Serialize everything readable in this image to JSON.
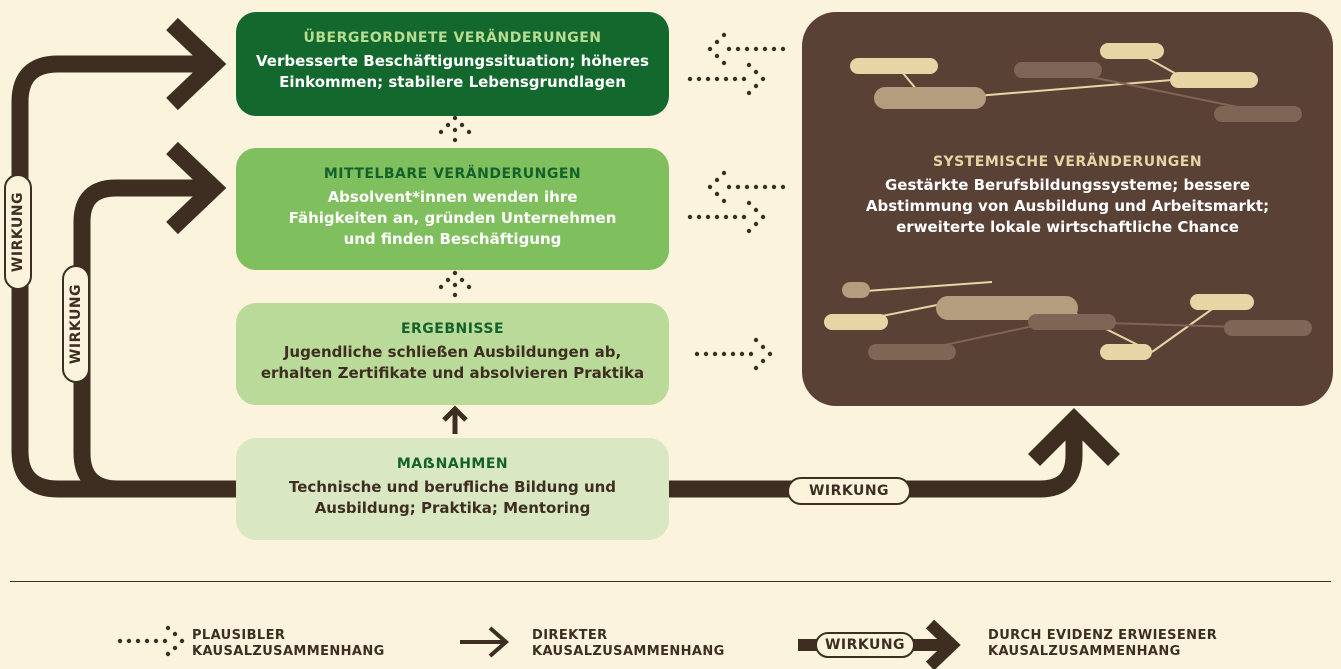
{
  "boxes": {
    "overarching": {
      "heading": "ÜBERGEORDNETE VERÄNDERUNGEN",
      "text": "Verbesserte Beschäftigungssituation; höheres Einkommen; stabilere Lebensgrundlagen"
    },
    "intermediate": {
      "heading": "MITTELBARE VERÄNDERUNGEN",
      "text": "Absolvent*innen wenden ihre Fähigkeiten an, gründen Unternehmen und finden Beschäftigung"
    },
    "results": {
      "heading": "ERGEBNISSE",
      "text": "Jugendliche schließen Ausbildungen ab, erhalten Zertifikate und absolvieren Praktika"
    },
    "measures": {
      "heading": "MAẞNAHMEN",
      "text": "Technische und berufliche Bildung und Ausbildung; Praktika; Mentoring"
    },
    "systemic": {
      "heading": "SYSTEMISCHE VERÄNDERUNGEN",
      "text": "Gestärkte Berufsbildungssysteme; bessere Abstimmung von Ausbildung und Arbeitsmarkt; erweiterte lokale wirtschaftliche Chance"
    }
  },
  "tags": {
    "impact": "WIRKUNG"
  },
  "legend": {
    "plausible": "PLAUSIBLER KAUSALZUSAMMENHANG",
    "direct": "DIREKTER KAUSALZUSAMMENHANG",
    "evidence": "DURCH EVIDENZ ERWIESENER KAUSALZUSAMMENHANG"
  },
  "colors": {
    "background": "#fcf3dd",
    "dark_brown": "#3e2e22",
    "system_brown": "#5a4136",
    "dark_green": "#13692d",
    "mid_green": "#7fbf5e",
    "light_green": "#b9da98",
    "pale_green": "#d9e8c2"
  }
}
